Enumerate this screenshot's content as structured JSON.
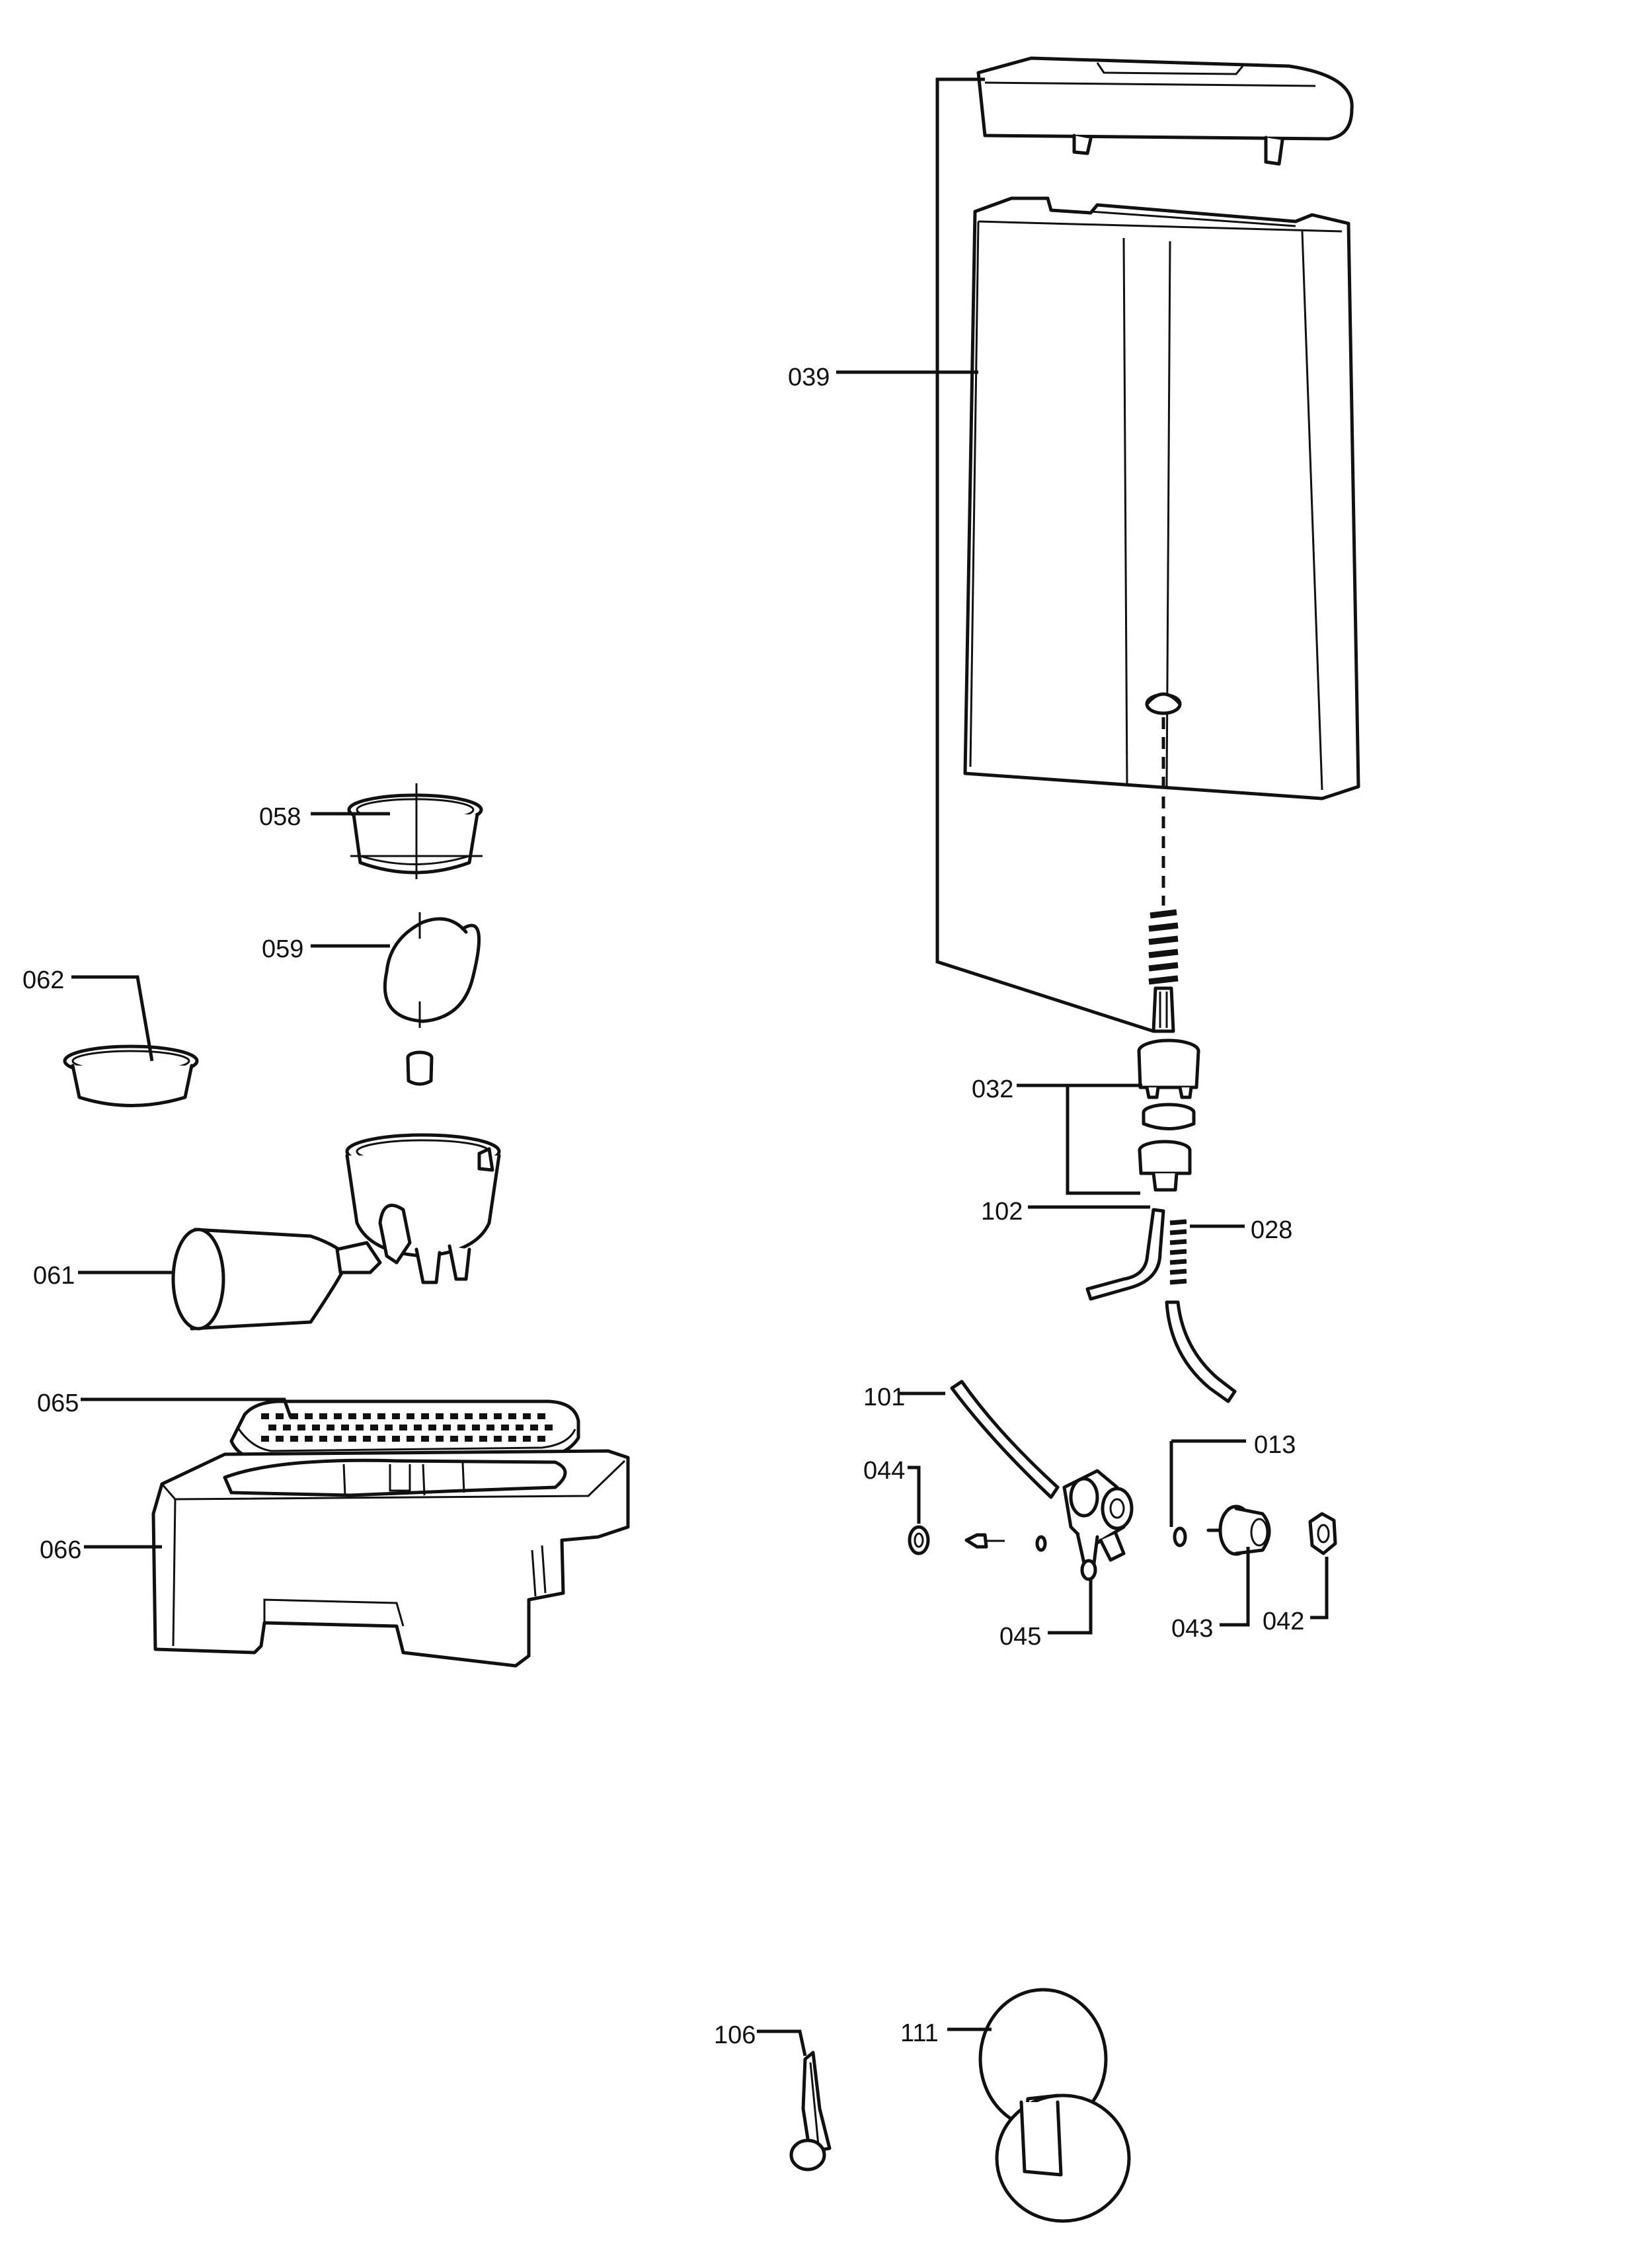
{
  "labels": {
    "l039": "039",
    "l058": "058",
    "l059": "059",
    "l062": "062",
    "l032": "032",
    "l102": "102",
    "l028": "028",
    "l061": "061",
    "l065": "065",
    "l101": "101",
    "l013": "013",
    "l044": "044",
    "l066": "066",
    "l045": "045",
    "l043": "043",
    "l042": "042",
    "l106": "106",
    "l111": "111"
  }
}
